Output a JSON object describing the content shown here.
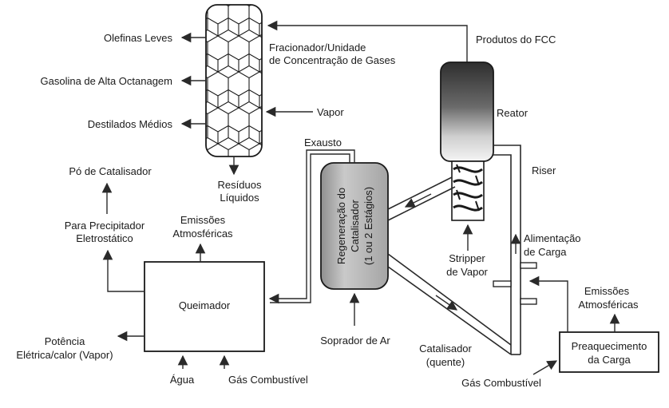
{
  "fractionator": {
    "label_line1": "Fracionador/Unidade",
    "label_line2": "de Concentração de Gases",
    "products": {
      "light_olefins": "Olefinas Leves",
      "high_octane_gasoline": "Gasolina de Alta Octanagem",
      "middle_distillates": "Destilados Médios"
    },
    "steam": "Vapor",
    "residue_line1": "Resíduos",
    "residue_line2": "Líquidos"
  },
  "fcc_products": "Produtos do FCC",
  "reactor": "Reator",
  "riser": "Riser",
  "regenerator": {
    "line1": "Regeneração do",
    "line2": "Catalisador",
    "line3": "(1 ou 2 Estágios)"
  },
  "exhaust": "Exausto",
  "air_blower": "Soprador de Ar",
  "stripper": {
    "line1": "Stripper",
    "line2": "de Vapor"
  },
  "feed": {
    "line1": "Alimentação",
    "line2": "de Carga"
  },
  "hot_catalyst": {
    "line1": "Catalisador",
    "line2": "(quente)"
  },
  "burner": "Queimador",
  "catalyst_dust": "Pó de Catalisador",
  "precipitator": {
    "line1": "Para Precipitador",
    "line2": "Eletrostático"
  },
  "emissions_burner": {
    "line1": "Emissões",
    "line2": "Atmosféricas"
  },
  "power": {
    "line1": "Potência",
    "line2": "Elétrica/calor (Vapor)"
  },
  "water": "Água",
  "fuel_gas_burner": "Gás Combustível",
  "preheater": {
    "line1": "Preaquecimento",
    "line2": "da Carga"
  },
  "emissions_preheater": {
    "line1": "Emissões",
    "line2": "Atmosféricas"
  },
  "fuel_gas_preheater": "Gás Combustível"
}
